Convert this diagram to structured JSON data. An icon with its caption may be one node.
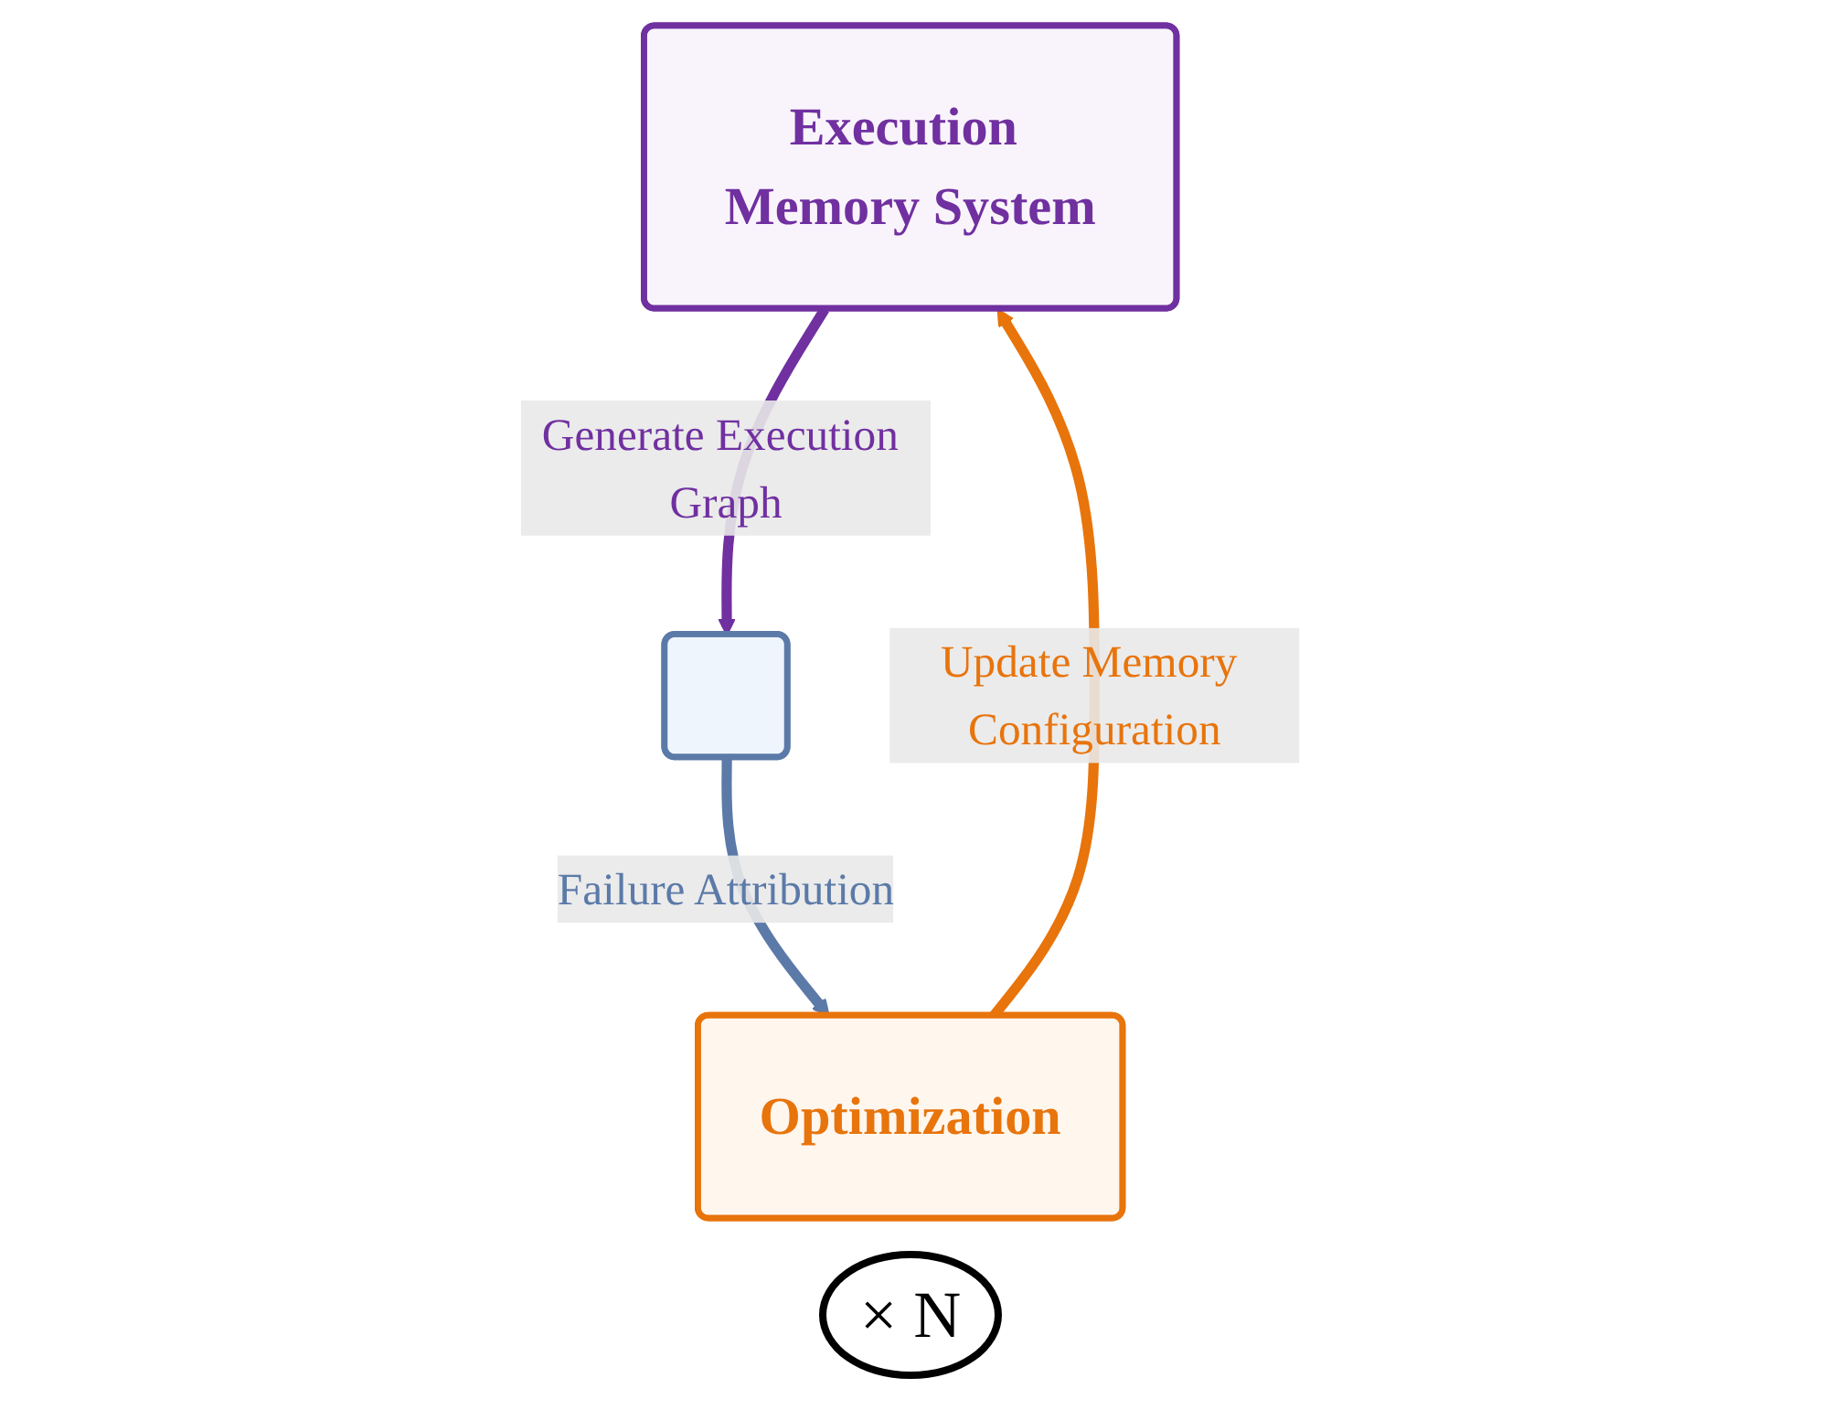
{
  "diagram": {
    "nodes": [
      {
        "text": [
          "Execution Memory System"
        ]
      },
      {
        "text": [],
        "shape": "box"
      },
      {
        "text": [
          "Optimization"
        ]
      }
    ],
    "edges": [
      {
        "from": 0,
        "to": 1,
        "arrow": "to",
        "label": "Generate Execution Graph",
        "color": "#7030a0"
      },
      {
        "from": 1,
        "to": 2,
        "arrow": "to",
        "label": "Failure Attribution",
        "color": "#5b7aa8"
      },
      {
        "from": 2,
        "to": 0,
        "arrow": "to",
        "label": "Update Memory Configuration",
        "color": "#e8740c"
      }
    ],
    "labels": [
      "× N"
    ]
  }
}
